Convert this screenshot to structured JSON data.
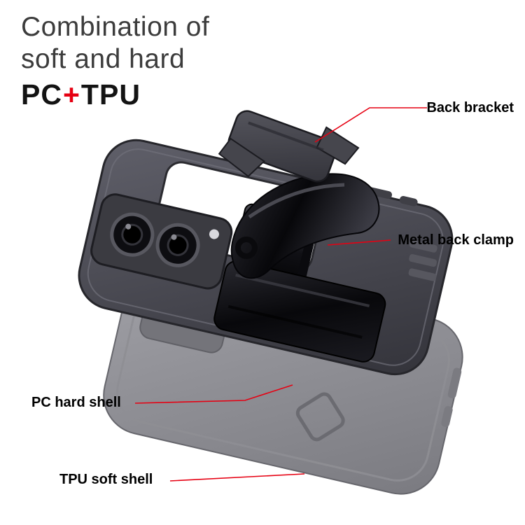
{
  "title": {
    "line1": "Combination of",
    "line2": "soft and hard",
    "pc": "PC",
    "plus": "+",
    "tpu": "TPU"
  },
  "callouts": {
    "back_bracket": "Back bracket",
    "metal_back_clamp": "Metal back clamp",
    "pc_hard_shell": "PC hard shell",
    "tpu_soft_shell": "TPU soft shell"
  },
  "colors": {
    "accent_red": "#e60012",
    "label_text": "#000000",
    "title_text": "#3c3c3c"
  }
}
